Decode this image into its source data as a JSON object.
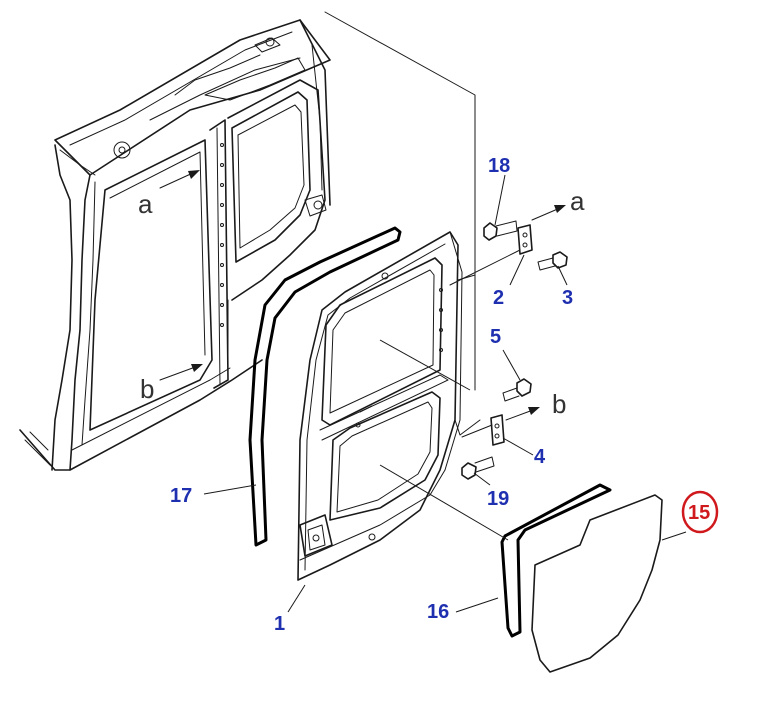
{
  "diagram": {
    "callouts": [
      {
        "id": "18",
        "label": "18"
      },
      {
        "id": "2",
        "label": "2"
      },
      {
        "id": "3",
        "label": "3"
      },
      {
        "id": "5",
        "label": "5"
      },
      {
        "id": "4",
        "label": "4"
      },
      {
        "id": "19",
        "label": "19"
      },
      {
        "id": "17",
        "label": "17"
      },
      {
        "id": "1",
        "label": "1"
      },
      {
        "id": "16",
        "label": "16"
      },
      {
        "id": "15",
        "label": "15",
        "highlighted": true
      }
    ],
    "view_marks": [
      {
        "id": "a-cab",
        "label": "a"
      },
      {
        "id": "b-cab",
        "label": "b"
      },
      {
        "id": "a-hinge",
        "label": "a"
      },
      {
        "id": "b-hinge",
        "label": "b"
      }
    ],
    "colors": {
      "callout_text": "#1e2fb0",
      "highlight": "#d0191c",
      "line": "#1a1a1a"
    }
  }
}
